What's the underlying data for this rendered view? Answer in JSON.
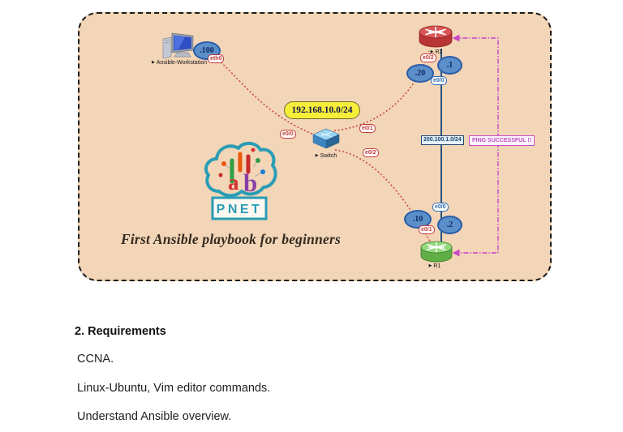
{
  "diagram": {
    "background_color": "#f3d5b7",
    "device_marker": "▶",
    "title": "First Ansible playbook for beginners",
    "lan_network": "192.168.10.0/24",
    "link_network": "200.100.1.0/24",
    "ping_status": "PING SUCCESSFUL !!",
    "workstation": {
      "label": "Ansible-Workstation",
      "ip": ".100",
      "interface": "eth0"
    },
    "switch": {
      "label": "Switch",
      "if_workstation": "e0/0",
      "if_r2": "e0/1",
      "if_r1": "e0/2"
    },
    "r2": {
      "label": "R2",
      "if_lan": "e0/2",
      "ip_lan": ".20",
      "ip_link": ".1",
      "if_link": "e0/0"
    },
    "r1": {
      "label": "R1",
      "if_lan": "e0/1",
      "ip_lan": ".10",
      "ip_link": ".2",
      "if_link": "e0/0"
    },
    "logo": {
      "letter_a": "a",
      "letter_b": "b",
      "name": "PNET"
    },
    "colors": {
      "lan_link": "#c63939",
      "serial_link": "#27527e",
      "ping_path": "#c944c9",
      "ip_oval_fill": "#5b8fc9",
      "lan_label_bg": "#f6ee39",
      "logo_teal": "#2a9db5"
    }
  },
  "content": {
    "heading": "2. Requirements",
    "items": [
      "CCNA.",
      "Linux-Ubuntu, Vim editor commands.",
      "Understand Ansible overview."
    ]
  }
}
